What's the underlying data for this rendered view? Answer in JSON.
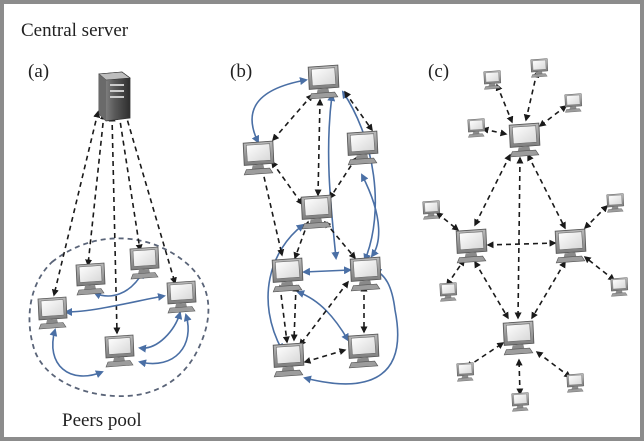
{
  "labels": {
    "central_server": "Central server",
    "panel_a": "(a)",
    "panel_b": "(b)",
    "panel_c": "(c)",
    "peers_pool": "Peers pool"
  },
  "colors": {
    "dashed_edge": "#1a1a1a",
    "solid_edge": "#4a6fa5",
    "pool_outline": "#5a6478",
    "frame": "#8c8c8c"
  },
  "icons": {
    "server": "server-tower-icon",
    "peer": "computer-monitor-icon"
  }
}
